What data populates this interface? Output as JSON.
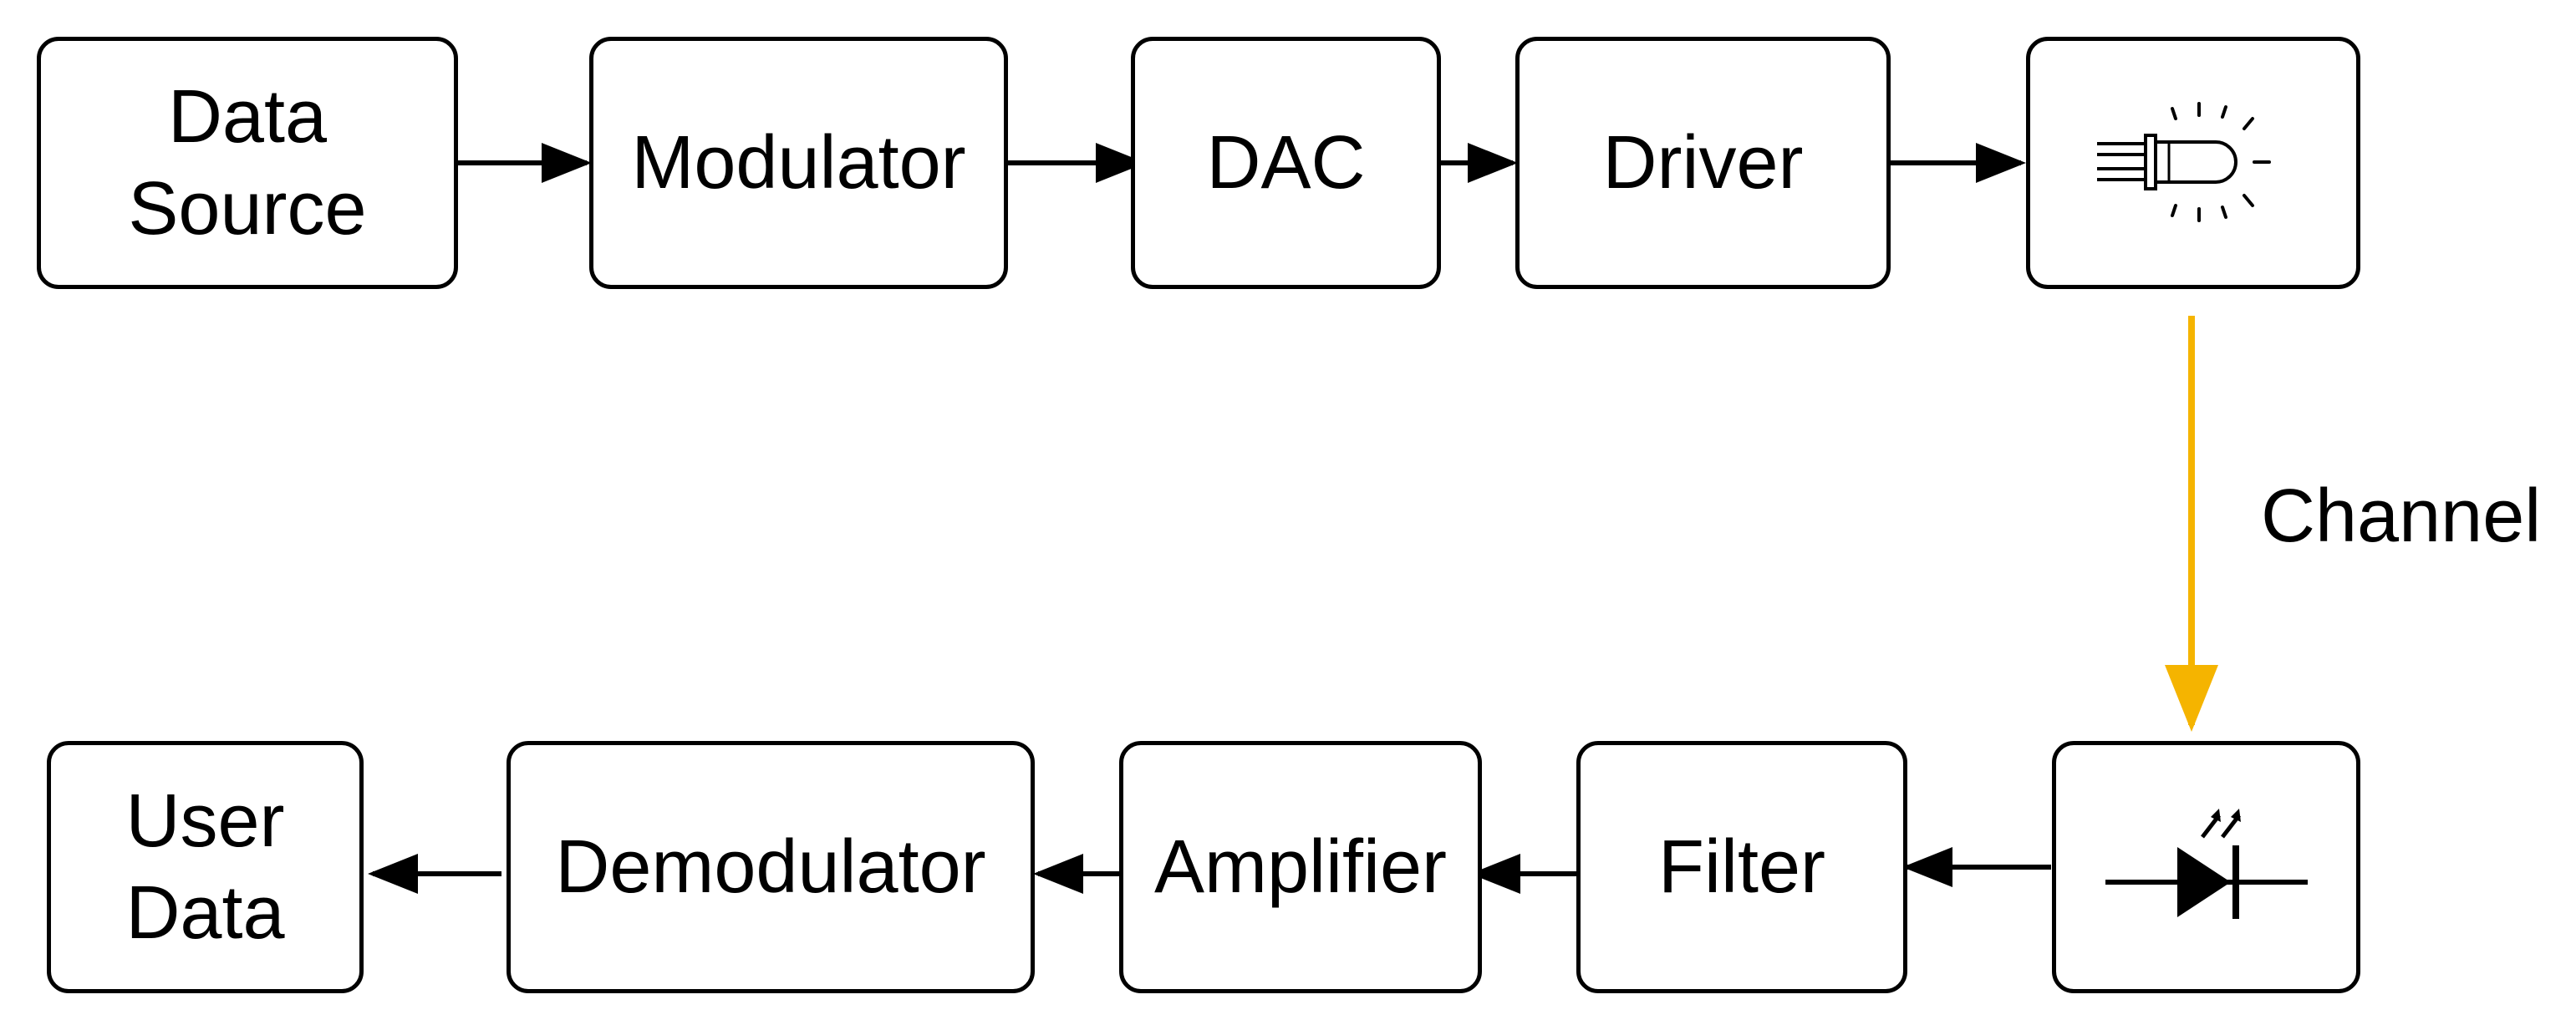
{
  "colors": {
    "stroke": "#000000",
    "channel": "#F5B400",
    "background": "#FFFFFF"
  },
  "transmitter": {
    "data_source": "Data\nSource",
    "modulator": "Modulator",
    "dac": "DAC",
    "driver": "Driver",
    "emitter_icon": "led-icon"
  },
  "channel_label": "Channel",
  "receiver": {
    "detector_icon": "photodiode-icon",
    "filter": "Filter",
    "amplifier": "Amplifier",
    "demodulator": "Demodulator",
    "user_data": "User\nData"
  }
}
